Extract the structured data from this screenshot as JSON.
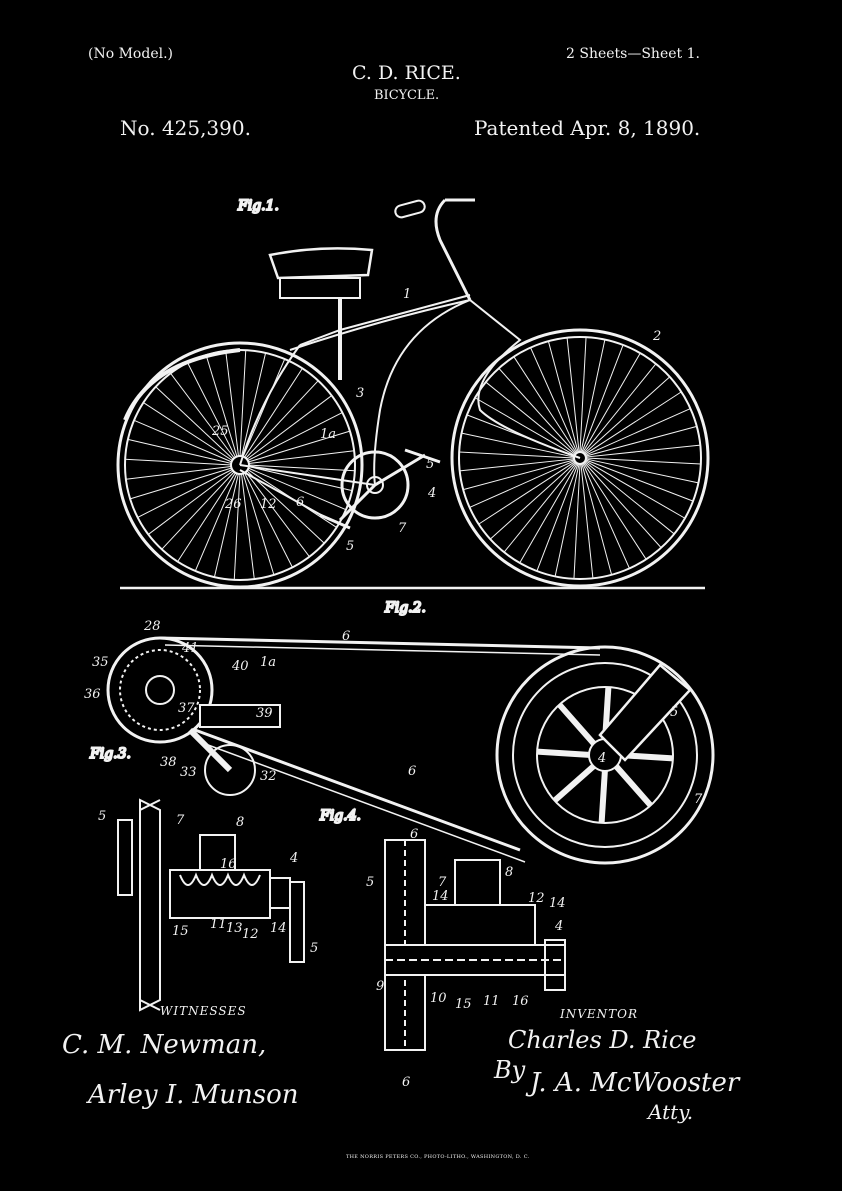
{
  "header": {
    "model_note": "(No Model.)",
    "sheets": "2 Sheets—Sheet 1.",
    "inventor_name": "C. D. RICE.",
    "title": "BICYCLE.",
    "patent_number": "No. 425,390.",
    "patent_date": "Patented Apr. 8, 1890."
  },
  "figures": {
    "fig1": "Fig.1.",
    "fig2": "Fig.2.",
    "fig3": "Fig.3.",
    "fig4": "Fig.4."
  },
  "labels": [
    "1",
    "2",
    "3",
    "1a",
    "4",
    "5",
    "5",
    "7",
    "6",
    "12",
    "26",
    "25",
    "28",
    "41",
    "6",
    "35",
    "40",
    "1a",
    "36",
    "37",
    "39",
    "38",
    "33",
    "32",
    "6",
    "5",
    "4",
    "7",
    "5",
    "7",
    "8",
    "16",
    "4",
    "15",
    "11",
    "13",
    "12",
    "14",
    "5",
    "6",
    "7",
    "8",
    "5",
    "12",
    "14",
    "14",
    "4",
    "9",
    "10",
    "15",
    "11",
    "16",
    "6"
  ],
  "witnesses": {
    "heading": "WITNESSES",
    "signature_1": "C. M. Newman,",
    "signature_2": "Arley I. Munson"
  },
  "inventor": {
    "heading": "INVENTOR",
    "signature": "Charles D. Rice",
    "by": "By",
    "attorney": "J. A. McWooster",
    "attorney_suffix": "Atty."
  },
  "imprint": "THE NORRIS PETERS CO., PHOTO-LITHO., WASHINGTON, D. C.",
  "colors": {
    "background": "#000000",
    "ink": "#f2f2f2"
  }
}
